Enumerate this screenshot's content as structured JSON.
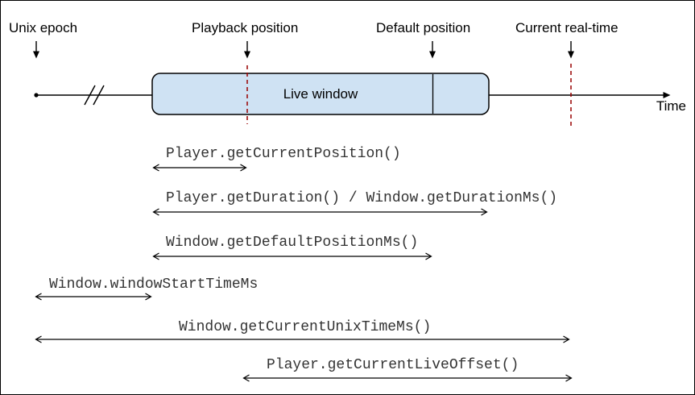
{
  "page": {
    "markers": [
      {
        "id": "unix-epoch",
        "label": "Unix epoch"
      },
      {
        "id": "playback-position",
        "label": "Playback position"
      },
      {
        "id": "default-position",
        "label": "Default position"
      },
      {
        "id": "current-real-time",
        "label": "Current real-time"
      }
    ],
    "timeline": {
      "window_label": "Live window",
      "axis_label": "Time"
    },
    "annotations": [
      {
        "label": "Player.getCurrentPosition()"
      },
      {
        "label": "Player.getDuration() / Window.getDurationMs()"
      },
      {
        "label": "Window.getDefaultPositionMs()"
      },
      {
        "label": "Window.windowStartTimeMs"
      },
      {
        "label": "Window.getCurrentUnixTimeMs()"
      },
      {
        "label": "Player.getCurrentLiveOffset()"
      }
    ],
    "colors": {
      "window_fill": "#cfe2f3",
      "window_border": "#000000",
      "marker_dash": "#980000",
      "line": "#000000"
    }
  }
}
